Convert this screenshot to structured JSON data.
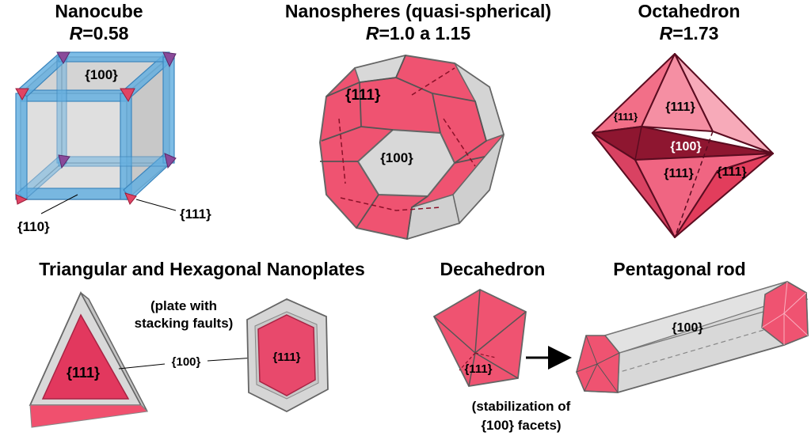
{
  "colors": {
    "pink": "#f0506e",
    "pink_light": "#f598aa",
    "pink_dark": "#c22543",
    "maroon": "#7a1028",
    "grey_face": "#d8d8d8",
    "grey_edge": "#777777",
    "blue_frame": "#62aee0",
    "purple_corner": "#8a4a9a"
  },
  "nanocube": {
    "title": "Nanocube",
    "r_symbol": "R",
    "r_value": "=0.58",
    "facet_top": "{100}",
    "facet_edge": "{110}",
    "facet_corner": "{111}"
  },
  "nanospheres": {
    "title": "Nanospheres (quasi-spherical)",
    "r_symbol": "R",
    "r_value": "=1.0 a 1.15",
    "facet_111": "{111}",
    "facet_100": "{100}"
  },
  "octahedron": {
    "title": "Octahedron",
    "r_symbol": "R",
    "r_value": "=1.73",
    "facet_left": "{111}",
    "facet_upper": "{111}",
    "facet_middle": "{100}",
    "facet_lower": "{111}",
    "facet_right": "{111}"
  },
  "nanoplates": {
    "title": "Triangular and Hexagonal Nanoplates",
    "note_line1": "(plate with",
    "note_line2": "stacking faults)",
    "facet_triangle": "{111}",
    "facet_side": "{100}",
    "facet_hexagon": "{111}"
  },
  "decahedron": {
    "title": "Decahedron",
    "facet": "{111}",
    "note_line1": "(stabilization of",
    "note_line2": "{100} facets)"
  },
  "pentagonal_rod": {
    "title": "Pentagonal rod",
    "facet": "{100}"
  }
}
